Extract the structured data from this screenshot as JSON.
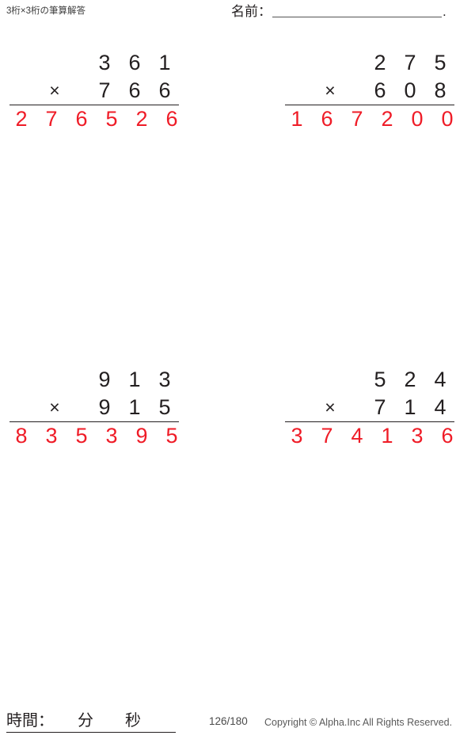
{
  "header": {
    "title": "3桁×3桁の筆算解答",
    "name_label": "名前：",
    "name_value": "",
    "name_trailing_dot": "."
  },
  "problems": [
    {
      "id": "problem-1",
      "multiplicand": "361",
      "multiplier": "766",
      "operator": "×",
      "answer": "276526",
      "multiplicand_digits": [
        "3",
        "6",
        "1"
      ],
      "multiplier_digits": [
        "7",
        "6",
        "6"
      ],
      "answer_digits": [
        "2",
        "7",
        "6",
        "5",
        "2",
        "6"
      ]
    },
    {
      "id": "problem-2",
      "multiplicand": "275",
      "multiplier": "608",
      "operator": "×",
      "answer": "167200",
      "multiplicand_digits": [
        "2",
        "7",
        "5"
      ],
      "multiplier_digits": [
        "6",
        "0",
        "8"
      ],
      "answer_digits": [
        "1",
        "6",
        "7",
        "2",
        "0",
        "0"
      ]
    },
    {
      "id": "problem-3",
      "multiplicand": "913",
      "multiplier": "915",
      "operator": "×",
      "answer": "835395",
      "multiplicand_digits": [
        "9",
        "1",
        "3"
      ],
      "multiplier_digits": [
        "9",
        "1",
        "5"
      ],
      "answer_digits": [
        "8",
        "3",
        "5",
        "3",
        "9",
        "5"
      ]
    },
    {
      "id": "problem-4",
      "multiplicand": "524",
      "multiplier": "714",
      "operator": "×",
      "answer": "374136",
      "multiplicand_digits": [
        "5",
        "2",
        "4"
      ],
      "multiplier_digits": [
        "7",
        "1",
        "4"
      ],
      "answer_digits": [
        "3",
        "7",
        "4",
        "1",
        "3",
        "6"
      ]
    }
  ],
  "footer": {
    "time_label": "時間：　　分　　秒",
    "page_number": "126/180",
    "copyright": "Copyright © Alpha.Inc All Rights Reserved."
  },
  "colors": {
    "answer_red": "#ef1c27",
    "ink": "#231f20",
    "rule": "#555555"
  }
}
